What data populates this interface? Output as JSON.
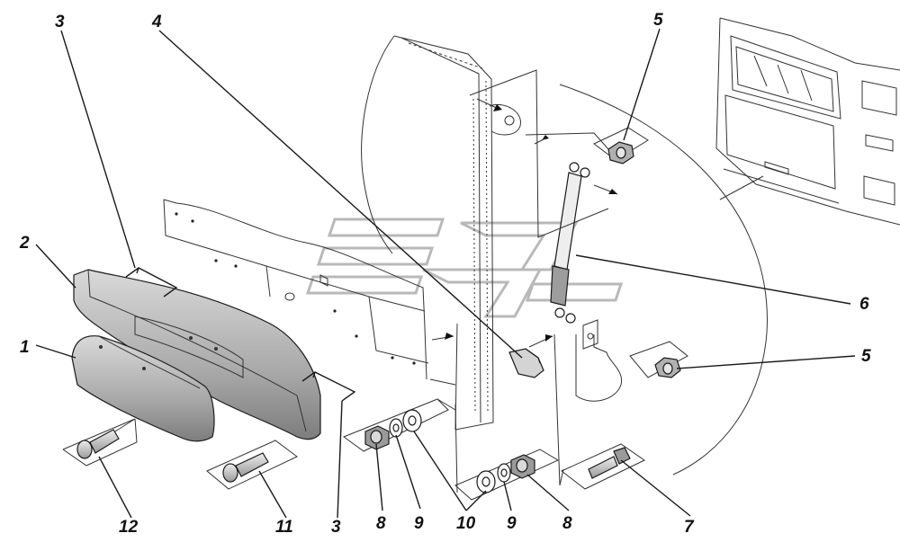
{
  "diagram": {
    "callouts": [
      {
        "id": "c1",
        "label": "1"
      },
      {
        "id": "c2",
        "label": "2"
      },
      {
        "id": "c3a",
        "label": "3"
      },
      {
        "id": "c3b",
        "label": "3"
      },
      {
        "id": "c4",
        "label": "4"
      },
      {
        "id": "c5a",
        "label": "5"
      },
      {
        "id": "c5b",
        "label": "5"
      },
      {
        "id": "c6",
        "label": "6"
      },
      {
        "id": "c7",
        "label": "7"
      },
      {
        "id": "c8a",
        "label": "8"
      },
      {
        "id": "c8b",
        "label": "8"
      },
      {
        "id": "c9a",
        "label": "9"
      },
      {
        "id": "c9b",
        "label": "9"
      },
      {
        "id": "c10",
        "label": "10"
      },
      {
        "id": "c11",
        "label": "11"
      },
      {
        "id": "c12",
        "label": "12"
      }
    ],
    "colors": {
      "line": "#1a1a1a",
      "part_fill": "#bdbdbd",
      "part_shadow": "#8a8a8a",
      "watermark": "#b9b9b9"
    }
  }
}
